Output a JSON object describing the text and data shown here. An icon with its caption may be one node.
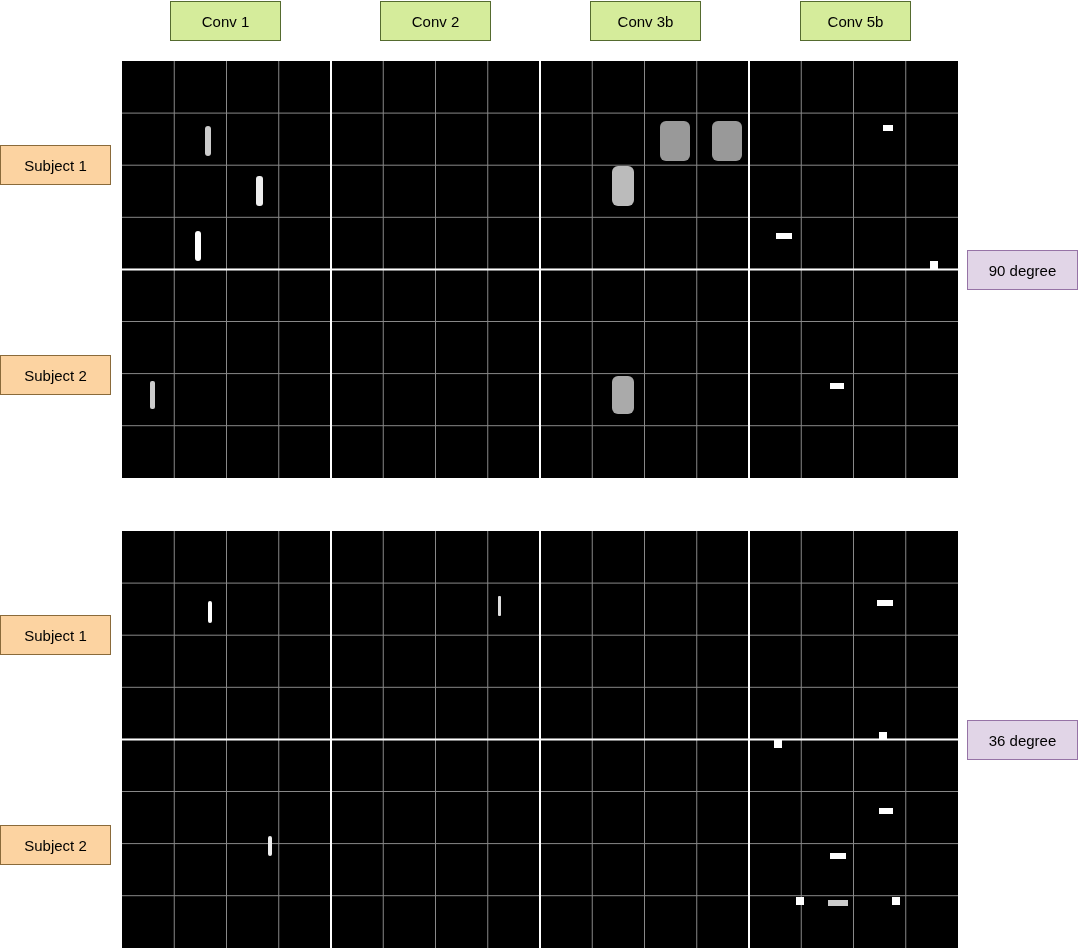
{
  "diagram": {
    "nodes": [
      {
        "text": [
          "Conv 1"
        ]
      },
      {
        "text": [
          "Conv 2"
        ]
      },
      {
        "text": [
          "Conv 3b"
        ]
      },
      {
        "text": [
          "Conv 5b"
        ]
      },
      {
        "text": [
          "Subject 1"
        ]
      },
      {
        "text": [
          "Subject 2"
        ]
      },
      {
        "text": [
          "90 degree"
        ]
      },
      {
        "text": [
          "Subject 1"
        ]
      },
      {
        "text": [
          "Subject 2"
        ]
      },
      {
        "text": [
          "36 degree"
        ]
      }
    ]
  }
}
